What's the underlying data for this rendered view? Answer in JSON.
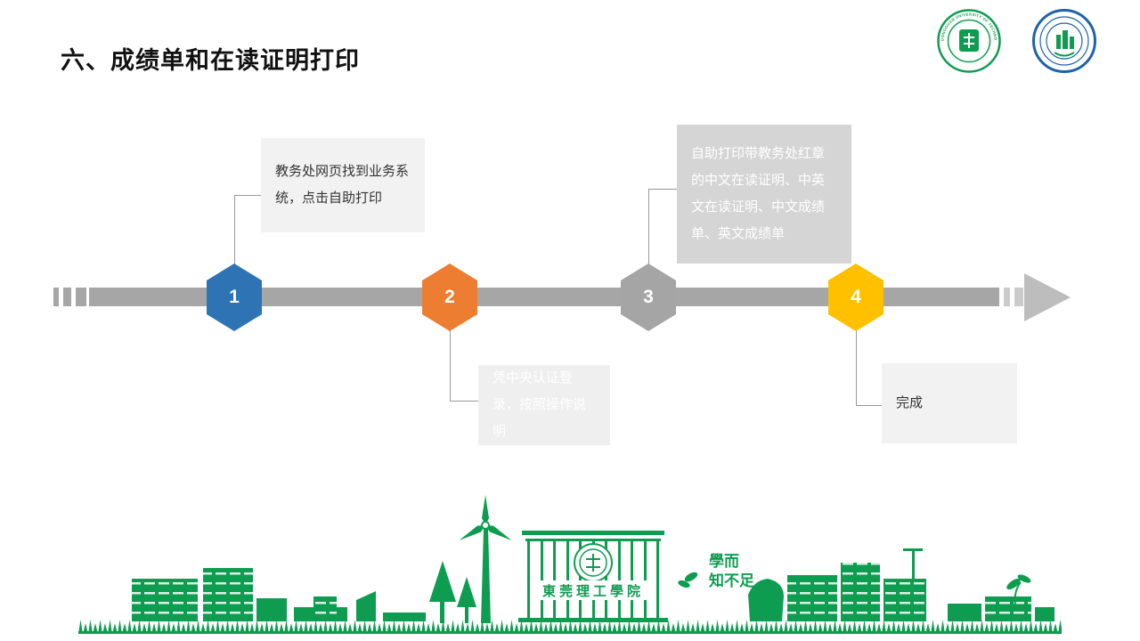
{
  "slide": {
    "title": "六、成绩单和在读证明打印"
  },
  "colors": {
    "green": "#0E9D50",
    "track": "#A6A6A6",
    "arrow": "#BDBDBD",
    "logo_blue": "#1F63A8"
  },
  "timeline": {
    "steps": [
      {
        "number": "1",
        "color": "#2E74B5",
        "callout": "教务处网页找到业务系统，点击自助打印",
        "callout_bg": "#F2F2F2",
        "callout_text_color": "#333333"
      },
      {
        "number": "2",
        "color": "#ED7D31",
        "callout": "凭中央认证登录，按照操作说明",
        "callout_bg": "#EFEFEF",
        "callout_text_color": "#FFFFFF"
      },
      {
        "number": "3",
        "color": "#A5A5A5",
        "callout": "自助打印带教务处红章的中文在读证明、中英文在读证明、中文成绩单、英文成绩单",
        "callout_bg": "#D5D5D5",
        "callout_text_color": "#FFFFFF"
      },
      {
        "number": "4",
        "color": "#FFC000",
        "callout": "完成",
        "callout_bg": "#F2F2F2",
        "callout_text_color": "#333333"
      }
    ]
  },
  "logos": {
    "university": {
      "arc_text": "DONGGUAN UNIVERSITY OF TECHNOLOGY"
    }
  },
  "footer": {
    "campus_name": "東莞理工學院",
    "motto_line1": "學而",
    "motto_line2": "知不足"
  }
}
